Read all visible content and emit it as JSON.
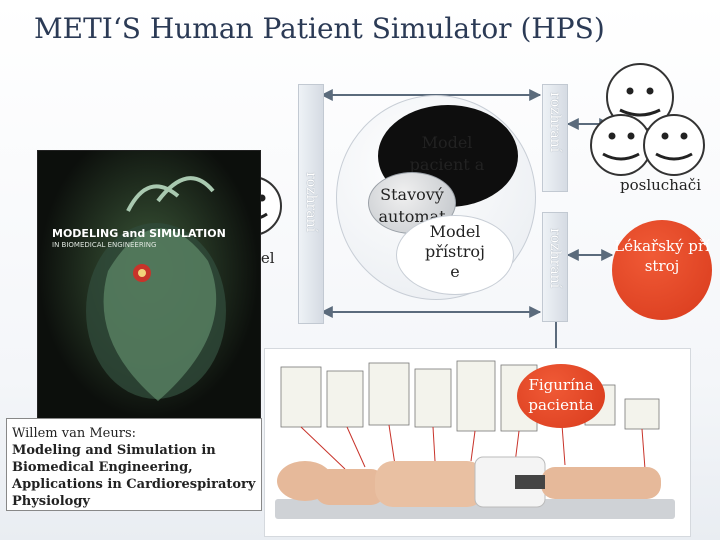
{
  "title": "METI‘S Human Patient Simulator (HPS)",
  "interface_label": "rozhraní",
  "teacher_label": "učitel",
  "listeners_label": "posluchači",
  "model_patient": "Model pacient a",
  "state_machine": "Stavový automat",
  "model_device": "Model přístroj e",
  "medical_device": "Lékařský přístroj",
  "mannequin": "Figurína pacienta",
  "book": {
    "author": "Willem van Meurs:",
    "line1": "Modeling and Simulation in",
    "line2": "Biomedical Engineering,",
    "line3": "Applications in Cardiorespiratory",
    "line4": "Physiology",
    "cover_title": "MODELING and SIMULATION",
    "cover_subtitle": "IN BIOMEDICAL ENGINEERING"
  },
  "colors": {
    "title": "#2b3a55",
    "red": "#d83a1c",
    "dark": "#0e0e0e",
    "arrow": "#5b6b7c"
  }
}
